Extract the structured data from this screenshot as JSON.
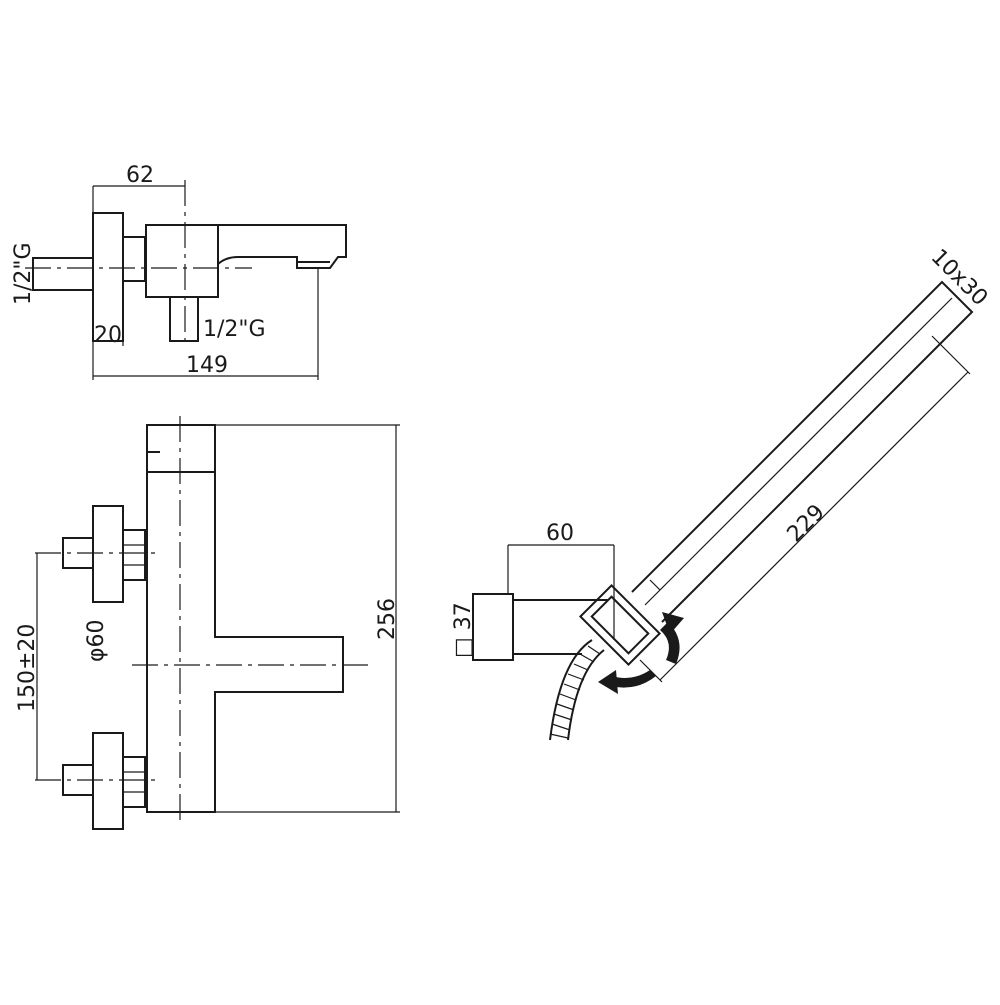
{
  "dimensions": {
    "top_width": "62",
    "top_thread_left": "1/2\"G",
    "top_thread_bottom": "1/2\"G",
    "top_depth": "20",
    "top_length": "149",
    "front_height": "256",
    "front_spacing": "150±20",
    "front_diameter": "φ60",
    "holder_width": "60",
    "holder_square": "□ 37",
    "handshower_length": "229",
    "handshower_head": "10x30"
  },
  "colors": {
    "ink": "#1a1a1a",
    "background": "#ffffff"
  }
}
